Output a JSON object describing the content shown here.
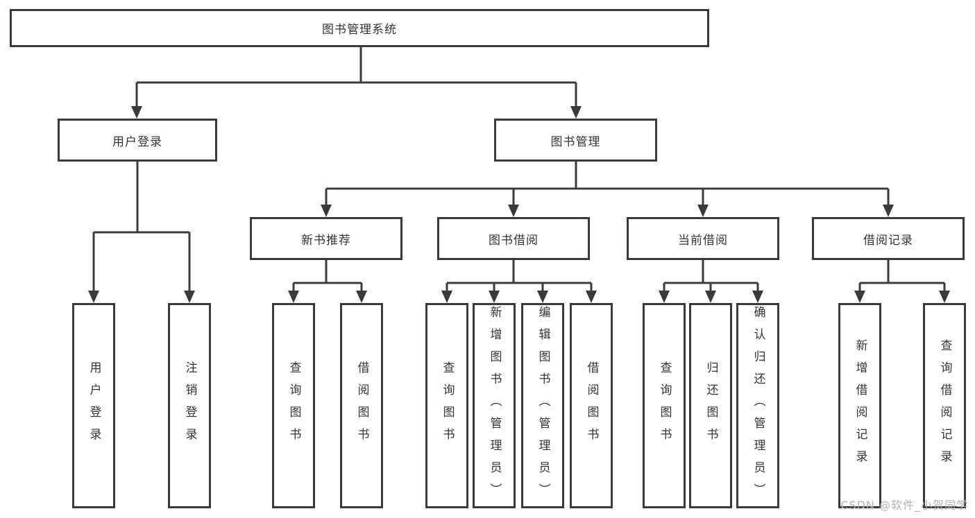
{
  "diagram_title": "图书管理系统",
  "nodes": {
    "root": {
      "label": "图书管理系统"
    },
    "level2": [
      {
        "label": "用户登录"
      },
      {
        "label": "图书管理"
      }
    ],
    "level3": [
      {
        "label": "新书推荐",
        "parent": "图书管理"
      },
      {
        "label": "图书借阅",
        "parent": "图书管理"
      },
      {
        "label": "当前借阅",
        "parent": "图书管理"
      },
      {
        "label": "借阅记录",
        "parent": "图书管理"
      }
    ],
    "leaves": [
      {
        "label": "用户登录",
        "parent": "用户登录"
      },
      {
        "label": "注销登录",
        "parent": "用户登录"
      },
      {
        "label": "查询图书",
        "parent": "新书推荐"
      },
      {
        "label": "借阅图书",
        "parent": "新书推荐"
      },
      {
        "label": "查询图书",
        "parent": "图书借阅"
      },
      {
        "label": "新增图书（管理员）",
        "parent": "图书借阅"
      },
      {
        "label": "编辑图书（管理员）",
        "parent": "图书借阅"
      },
      {
        "label": "借阅图书",
        "parent": "图书借阅"
      },
      {
        "label": "查询图书",
        "parent": "当前借阅"
      },
      {
        "label": "归还图书",
        "parent": "当前借阅"
      },
      {
        "label": "确认归还（管理员）",
        "parent": "当前借阅"
      },
      {
        "label": "新增借阅记录",
        "parent": "借阅记录"
      },
      {
        "label": "查询借阅记录",
        "parent": "借阅记录"
      }
    ]
  },
  "watermark": {
    "text": "CSDN @软件_小贺同学"
  },
  "colors": {
    "line": "#3a3a3a",
    "text": "#333333",
    "background": "#ffffff",
    "watermark": "#b3b3b3"
  }
}
